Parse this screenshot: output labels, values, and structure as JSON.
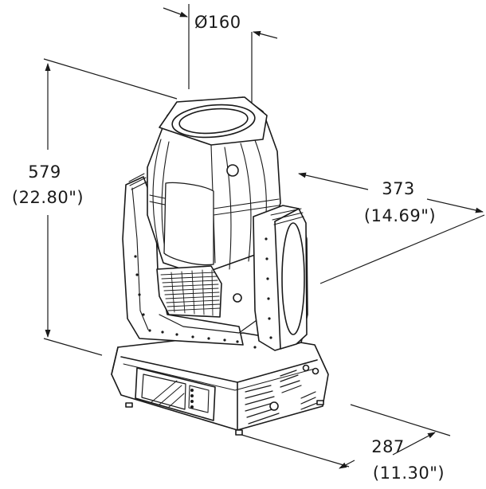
{
  "dimensions": {
    "diameter": {
      "label": "Ø160"
    },
    "height": {
      "mm": "579",
      "inch": "(22.80\")"
    },
    "depth": {
      "mm": "373",
      "inch": "(14.69\")"
    },
    "width": {
      "mm": "287",
      "inch": "(11.30\")"
    }
  },
  "colors": {
    "line": "#1a1a1a",
    "background": "#ffffff"
  }
}
